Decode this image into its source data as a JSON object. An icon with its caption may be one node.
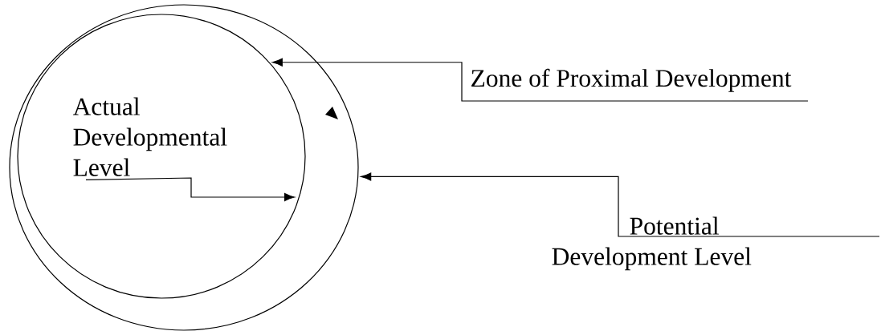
{
  "diagram": {
    "nodes": [
      {
        "text": [],
        "shape": "circle"
      },
      {
        "text": [],
        "shape": "circle",
        "in": 0
      },
      {
        "text": [
          "Actual Developmental Level"
        ],
        "in": 1
      },
      {
        "text": [
          "Zone of Proximal Development"
        ]
      },
      {
        "text": [
          "Potential Development Level"
        ]
      }
    ],
    "edges": [
      {
        "from": 2,
        "to": null,
        "arrow": "to"
      },
      {
        "from": 3,
        "to": 1,
        "arrow": "to"
      },
      {
        "from": 4,
        "to": 0,
        "arrow": "to"
      }
    ]
  }
}
